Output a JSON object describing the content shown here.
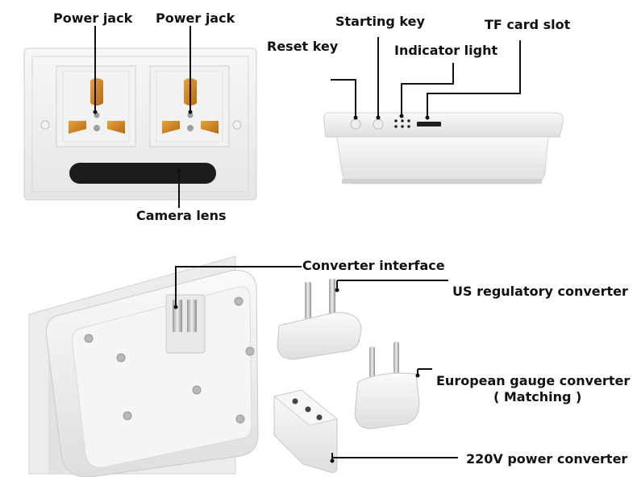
{
  "labels": {
    "power_jack_left": "Power jack",
    "power_jack_right": "Power jack",
    "starting_key": "Starting key",
    "tf_card_slot": "TF card slot",
    "reset_key": "Reset key",
    "indicator_light": "Indicator light",
    "camera_lens": "Camera lens",
    "converter_interface": "Converter interface",
    "us_converter": "US regulatory converter",
    "eu_converter_line1": "European gauge converter",
    "eu_converter_line2": "( Matching )",
    "power_converter_220v": "220V power converter"
  }
}
